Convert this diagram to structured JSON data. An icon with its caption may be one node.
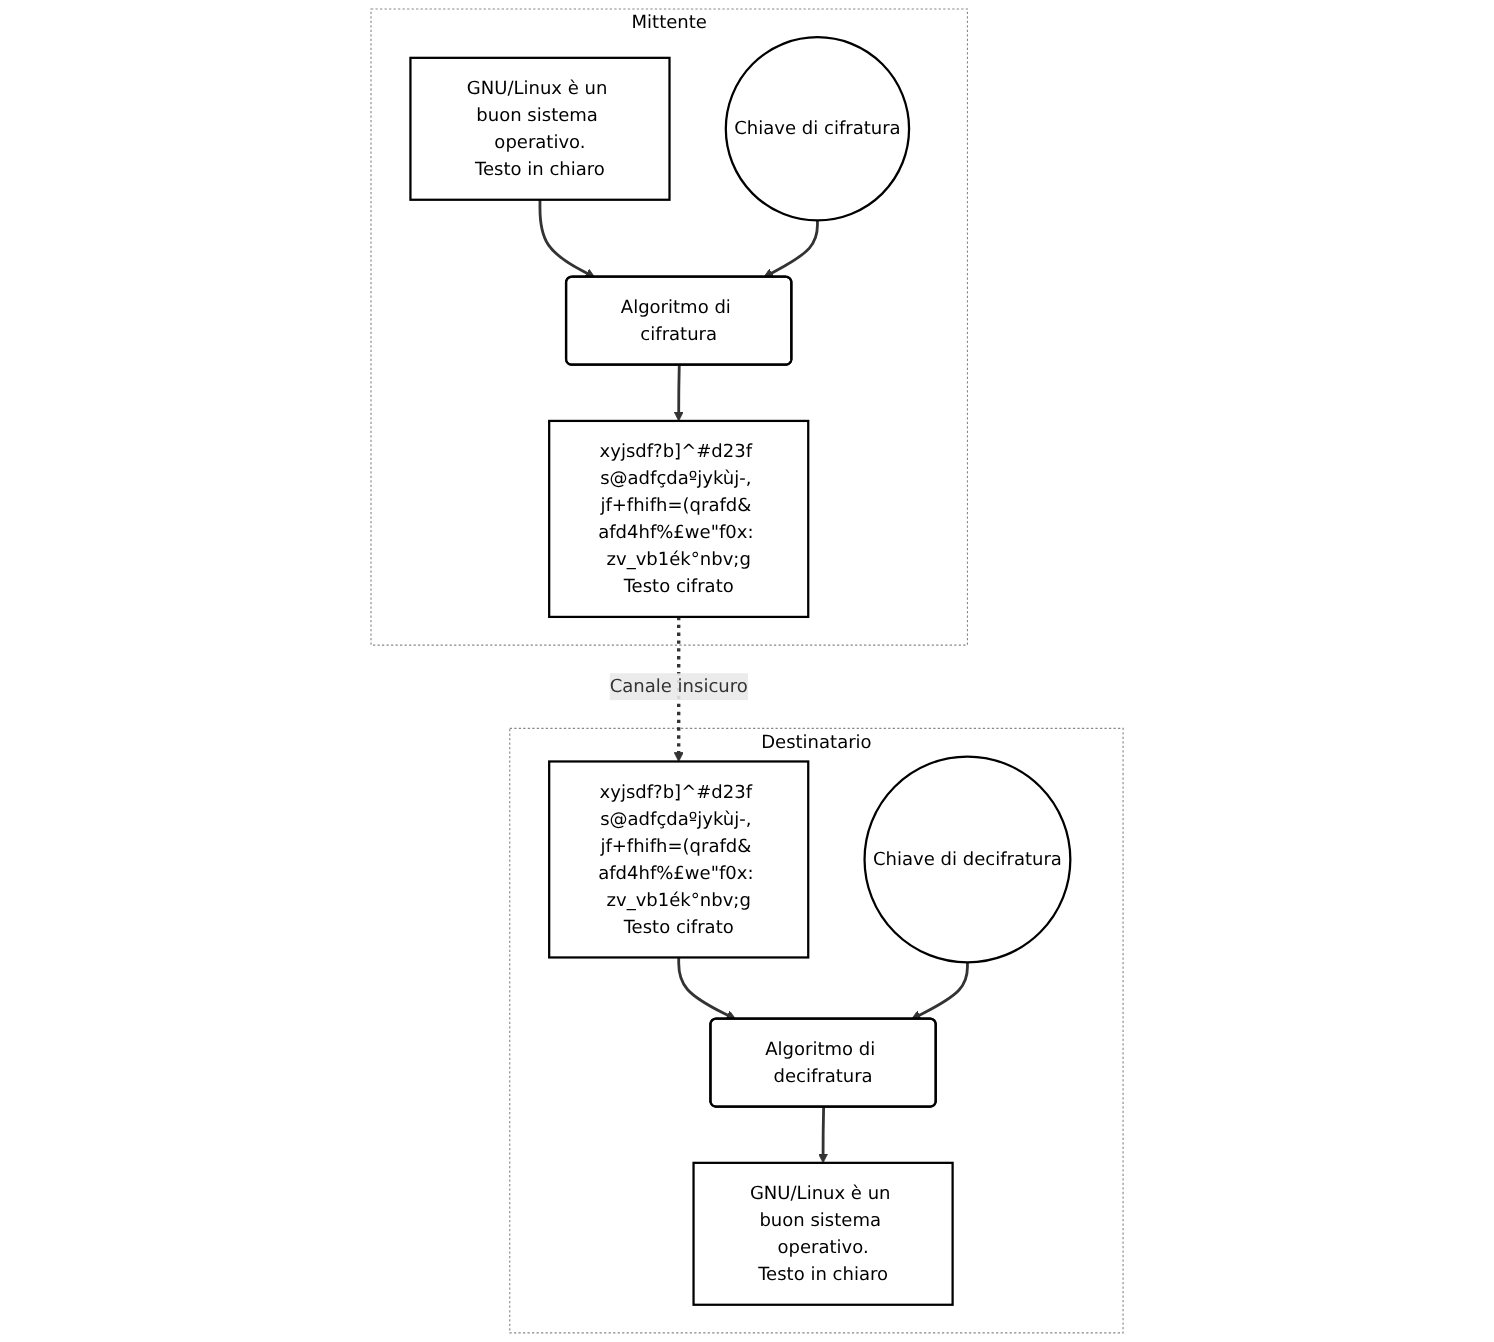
{
  "diagram": {
    "nodes": [
      {
        "text": [
          "Mittente"
        ]
      },
      {
        "text": [
          "GNU/Linux è un buon sistema operativo.",
          "Testo in chiaro"
        ],
        "in": 0
      },
      {
        "text": [
          "Algoritmo di cifratura"
        ],
        "in": 0
      },
      {
        "text": [
          "xyjsdf?b]^#d23f s@adfçdaºjykùj-, jf+fhifh=(qrafd& afd4hf%£we\"f0x: zv_vb1ék°nbv;g",
          "Testo cifrato"
        ],
        "in": 0
      },
      {
        "text": [
          "Chiave di cifratura"
        ],
        "in": 0
      },
      {
        "text": [
          "Destinatario"
        ]
      },
      {
        "text": [
          "xyjsdf?b]^#d23f s@adfçdaºjykùj-, jf+fhifh=(qrafd& afd4hf%£we\"f0x: zv_vb1ék°nbv;g",
          "Testo cifrato"
        ],
        "in": 5
      },
      {
        "text": [
          "Algoritmo di decifratura"
        ],
        "in": 5
      },
      {
        "text": [
          "GNU/Linux è un buon sistema operativo.",
          "Testo in chiaro"
        ],
        "in": 5
      },
      {
        "text": [
          "Chiave di decifratura"
        ],
        "in": 5
      }
    ],
    "edges": [
      {
        "from": 1,
        "to": 2,
        "arrow": "to"
      },
      {
        "from": 2,
        "to": 3,
        "arrow": "to"
      },
      {
        "from": 4,
        "to": 2,
        "arrow": "to"
      },
      {
        "from": 3,
        "to": 6,
        "arrow": "to",
        "label": "Canale insicuro",
        "style": "dashed"
      },
      {
        "from": 6,
        "to": 7,
        "arrow": "to"
      },
      {
        "from": 7,
        "to": 8,
        "arrow": "to"
      },
      {
        "from": 9,
        "to": 7,
        "arrow": "to"
      }
    ]
  }
}
